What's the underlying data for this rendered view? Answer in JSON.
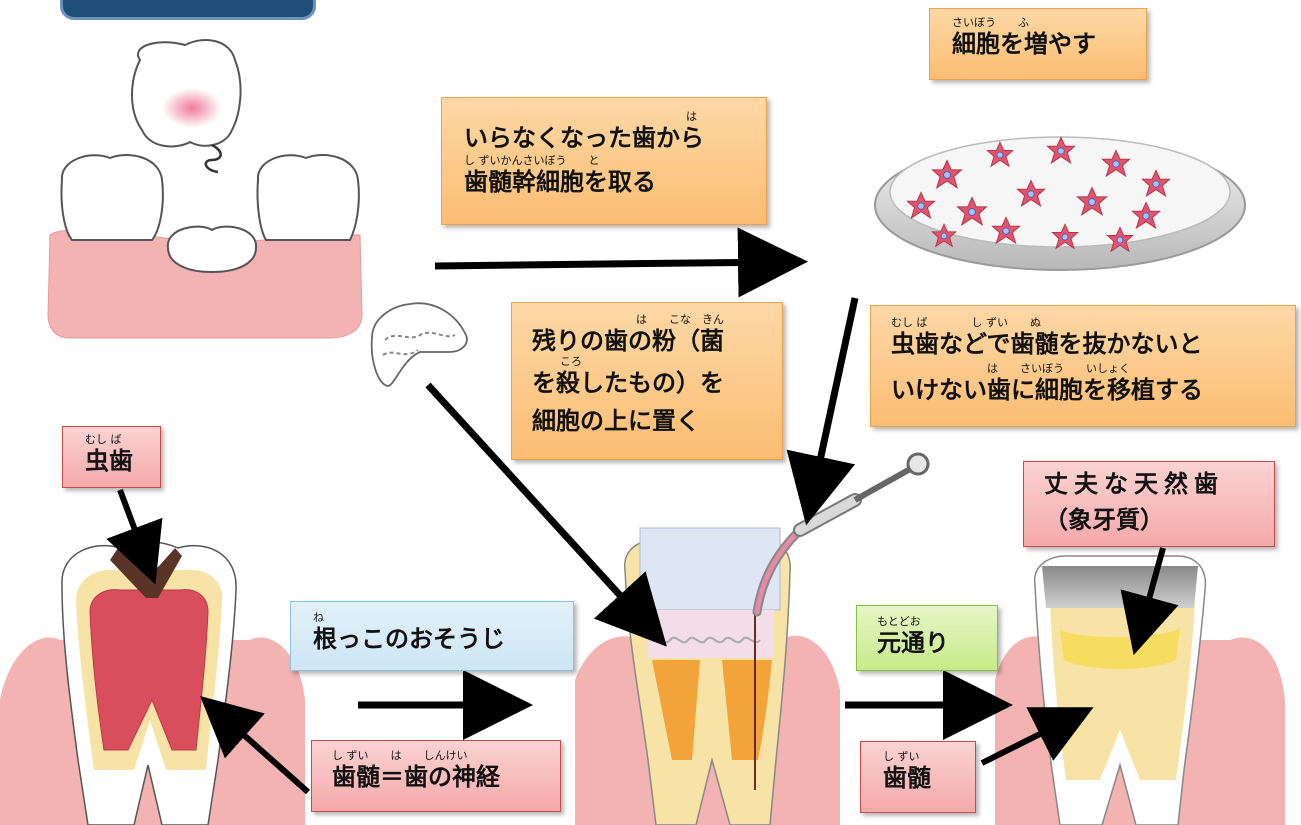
{
  "boxes": {
    "cell_grow": {
      "ruby": "さいぼう　　ふ",
      "text": "細胞を増やす"
    },
    "extract": {
      "line1_ruby": "は",
      "line1": "いらなくなった歯から",
      "line2_ruby": "し ずいかんさいぼう　　と",
      "line2": "歯髄幹細胞を取る"
    },
    "powder": {
      "line1_ruby": "は　　こな　きん",
      "line1": "残りの歯の粉（菌",
      "line2_ruby": "ころ",
      "line2": "を殺したもの）を",
      "line3": "細胞の上に置く"
    },
    "transplant": {
      "line1_ruby": "むし ば　　　　し ずい　　ぬ",
      "line1": "虫歯などで歯髄を抜かないと",
      "line2_ruby": "は　　さいぼう　　いしょく",
      "line2": "いけない歯に細胞を移植する"
    },
    "caries": {
      "ruby": "むし ば",
      "text": "虫歯"
    },
    "pulp_nerve": {
      "ruby": "し ずい　　は　　しんけい",
      "text": "歯髄＝歯の神経"
    },
    "root_clean": {
      "ruby": "ね",
      "text": "根っこのおそうじ"
    },
    "restore": {
      "ruby": "もとどお",
      "text": "元通り"
    },
    "natural_tooth": {
      "line1": "丈夫な天然歯",
      "line2": "（象牙質）"
    },
    "pulp": {
      "ruby": "し ずい",
      "text": "歯髄"
    }
  },
  "colors": {
    "gum": "#f3b3b3",
    "dentin": "#f7e3a6",
    "enamel": "#ffffff",
    "pulp_red": "#d94e5c",
    "orange_box": "#fbc27f",
    "red_box": "#f5b0b0",
    "arrow": "#000000"
  }
}
